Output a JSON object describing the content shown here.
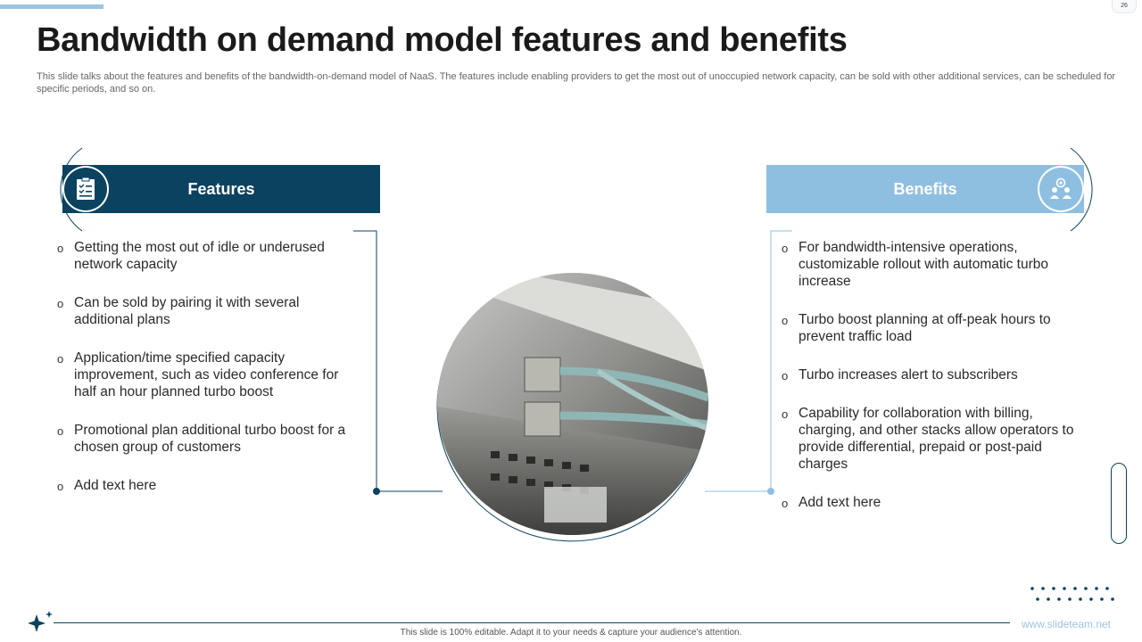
{
  "page_number": "26",
  "title": "Bandwidth on demand model features and benefits",
  "subtitle": "This slide talks about the features and benefits of the bandwidth-on-demand model of NaaS. The features include enabling providers to get the most out of unoccupied network capacity, can be sold with other additional services, can be scheduled for specific periods, and so on.",
  "features": {
    "label": "Features",
    "icon": "checklist-board-icon",
    "items": [
      "Getting the most out of idle or underused network capacity",
      "Can be sold by pairing it with several additional plans",
      "Application/time specified capacity improvement, such as video conference for half an hour planned turbo boost",
      "Promotional plan additional turbo boost for a chosen group of customers",
      "Add text here"
    ]
  },
  "benefits": {
    "label": "Benefits",
    "icon": "team-settings-icon",
    "items": [
      "For bandwidth-intensive  operations, customizable rollout with automatic turbo increase",
      "Turbo boost planning at off-peak hours to prevent traffic load",
      "Turbo increases alert to subscribers",
      "Capability for collaboration with billing, charging, and other stacks allow operators to provide differential, prepaid or post-paid charges",
      "Add text here"
    ]
  },
  "bullet_glyph": "o",
  "footer": {
    "note": "This slide is 100% editable.  Adapt it to your needs & capture your audience's attention.",
    "link": "www.slideteam.net"
  },
  "colors": {
    "dark_blue": "#0b4260",
    "light_blue": "#8fbfe0",
    "accent": "#9cc4e0"
  }
}
